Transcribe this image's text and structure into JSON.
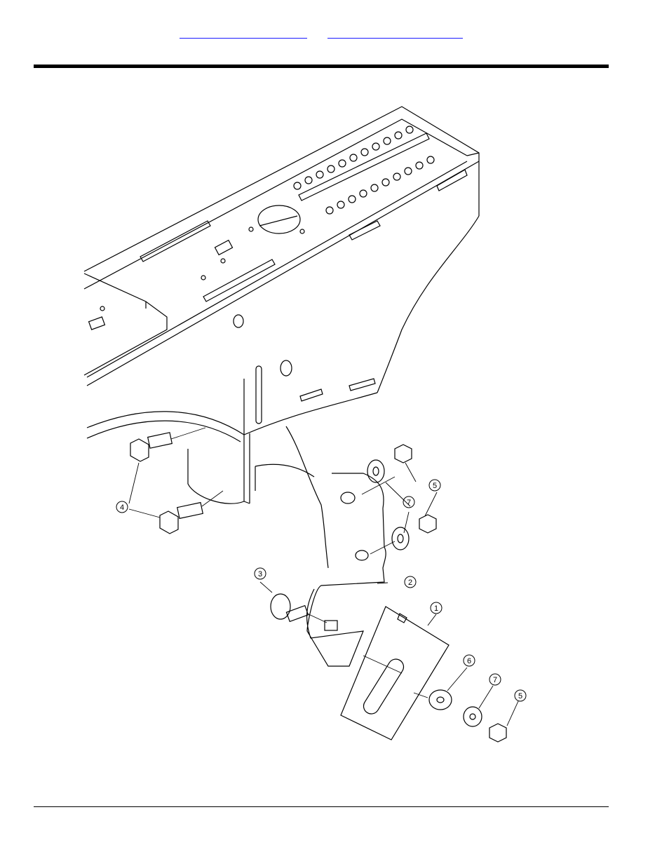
{
  "header": {
    "links": [
      {
        "text": ""
      },
      {
        "text": ""
      }
    ]
  },
  "figure": {
    "callouts": [
      "1",
      "2",
      "3",
      "4",
      "5",
      "5",
      "6",
      "7",
      "7"
    ]
  }
}
